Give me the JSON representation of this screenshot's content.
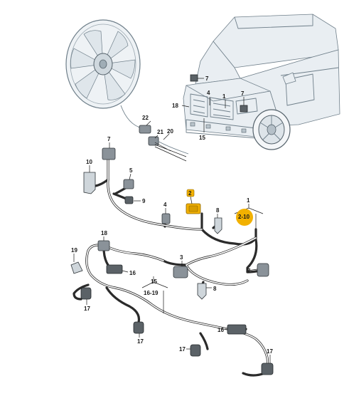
{
  "callouts": {
    "c1_top": "1",
    "c1_right": "1",
    "c2": "2",
    "c2_10": "2-10",
    "c3": "3",
    "c4_top": "4",
    "c4_mid": "4",
    "c5": "5",
    "c7_car_top": "7",
    "c7_car_right": "7",
    "c7_left": "7",
    "c7_right": "7",
    "c8_a": "8",
    "c8_b": "8",
    "c9": "9",
    "c10": "10",
    "c15_car": "15",
    "c15": "15",
    "c16_19": "16-19",
    "c16_a": "16",
    "c16_b": "16",
    "c17_a": "17",
    "c17_b": "17",
    "c17_c": "17",
    "c17_d": "17",
    "c18_car": "18",
    "c18": "18",
    "c19": "19",
    "c20": "20",
    "c21": "21",
    "c22": "22"
  },
  "colors": {
    "highlight": "#f2b100",
    "line": "#1a1a1a",
    "vehicle_body": "#e9eef2"
  }
}
